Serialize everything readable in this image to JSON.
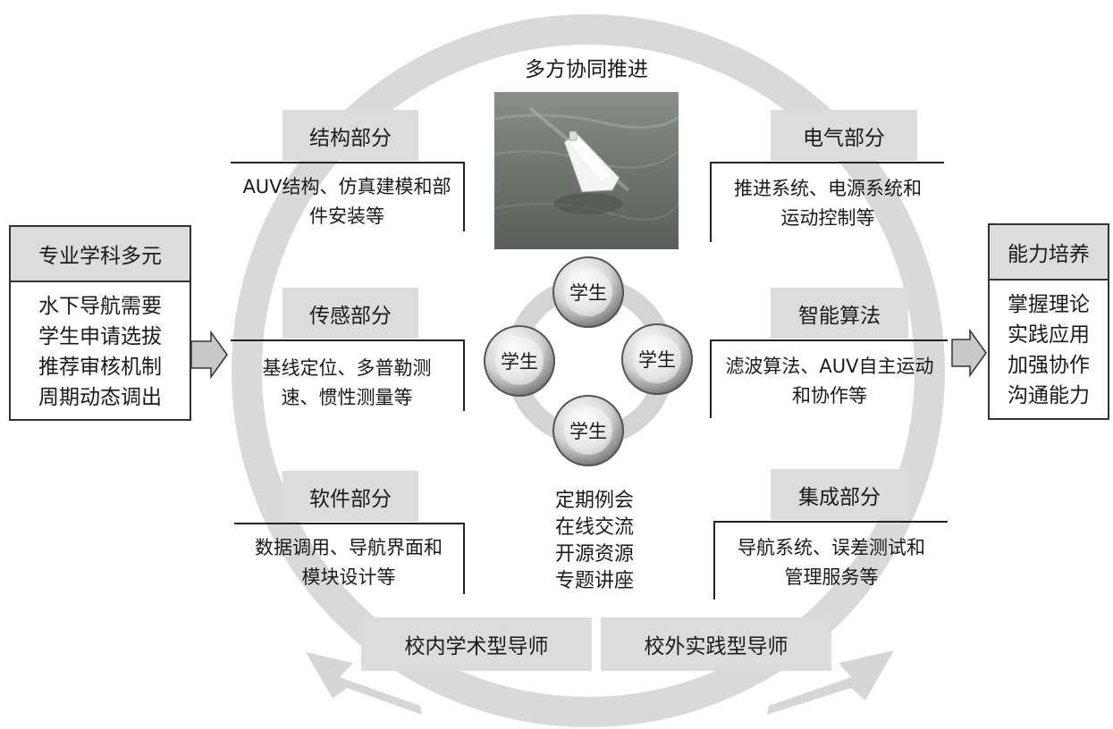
{
  "top_title": "多方协同推进",
  "left_box": {
    "title": "专业学科多元",
    "lines": [
      "水下导航需要",
      "学生申请选拔",
      "推荐审核机制",
      "周期动态调出"
    ]
  },
  "right_box": {
    "title": "能力培养",
    "lines": [
      "掌握理论",
      "实践应用",
      "加强协作",
      "沟通能力"
    ]
  },
  "modules": {
    "structure": {
      "label": "结构部分",
      "desc": [
        "AUV结构、仿真建模和部",
        "件安装等"
      ]
    },
    "sensing": {
      "label": "传感部分",
      "desc": [
        "基线定位、多普勒测",
        "速、惯性测量等"
      ]
    },
    "software": {
      "label": "软件部分",
      "desc": [
        "数据调用、导航界面和",
        "模块设计等"
      ]
    },
    "electrical": {
      "label": "电气部分",
      "desc": [
        "推进系统、电源系统和",
        "运动控制等"
      ]
    },
    "algorithm": {
      "label": "智能算法",
      "desc": [
        "滤波算法、AUV自主运动",
        "和协作等"
      ]
    },
    "integration": {
      "label": "集成部分",
      "desc": [
        "导航系统、误差测试和",
        "管理服务等"
      ]
    }
  },
  "students": [
    "学生",
    "学生",
    "学生",
    "学生"
  ],
  "center_list": [
    "定期例会",
    "在线交流",
    "开源资源",
    "专题讲座"
  ],
  "mentors": {
    "internal": "校内学术型导师",
    "external": "校外实践型导师"
  }
}
